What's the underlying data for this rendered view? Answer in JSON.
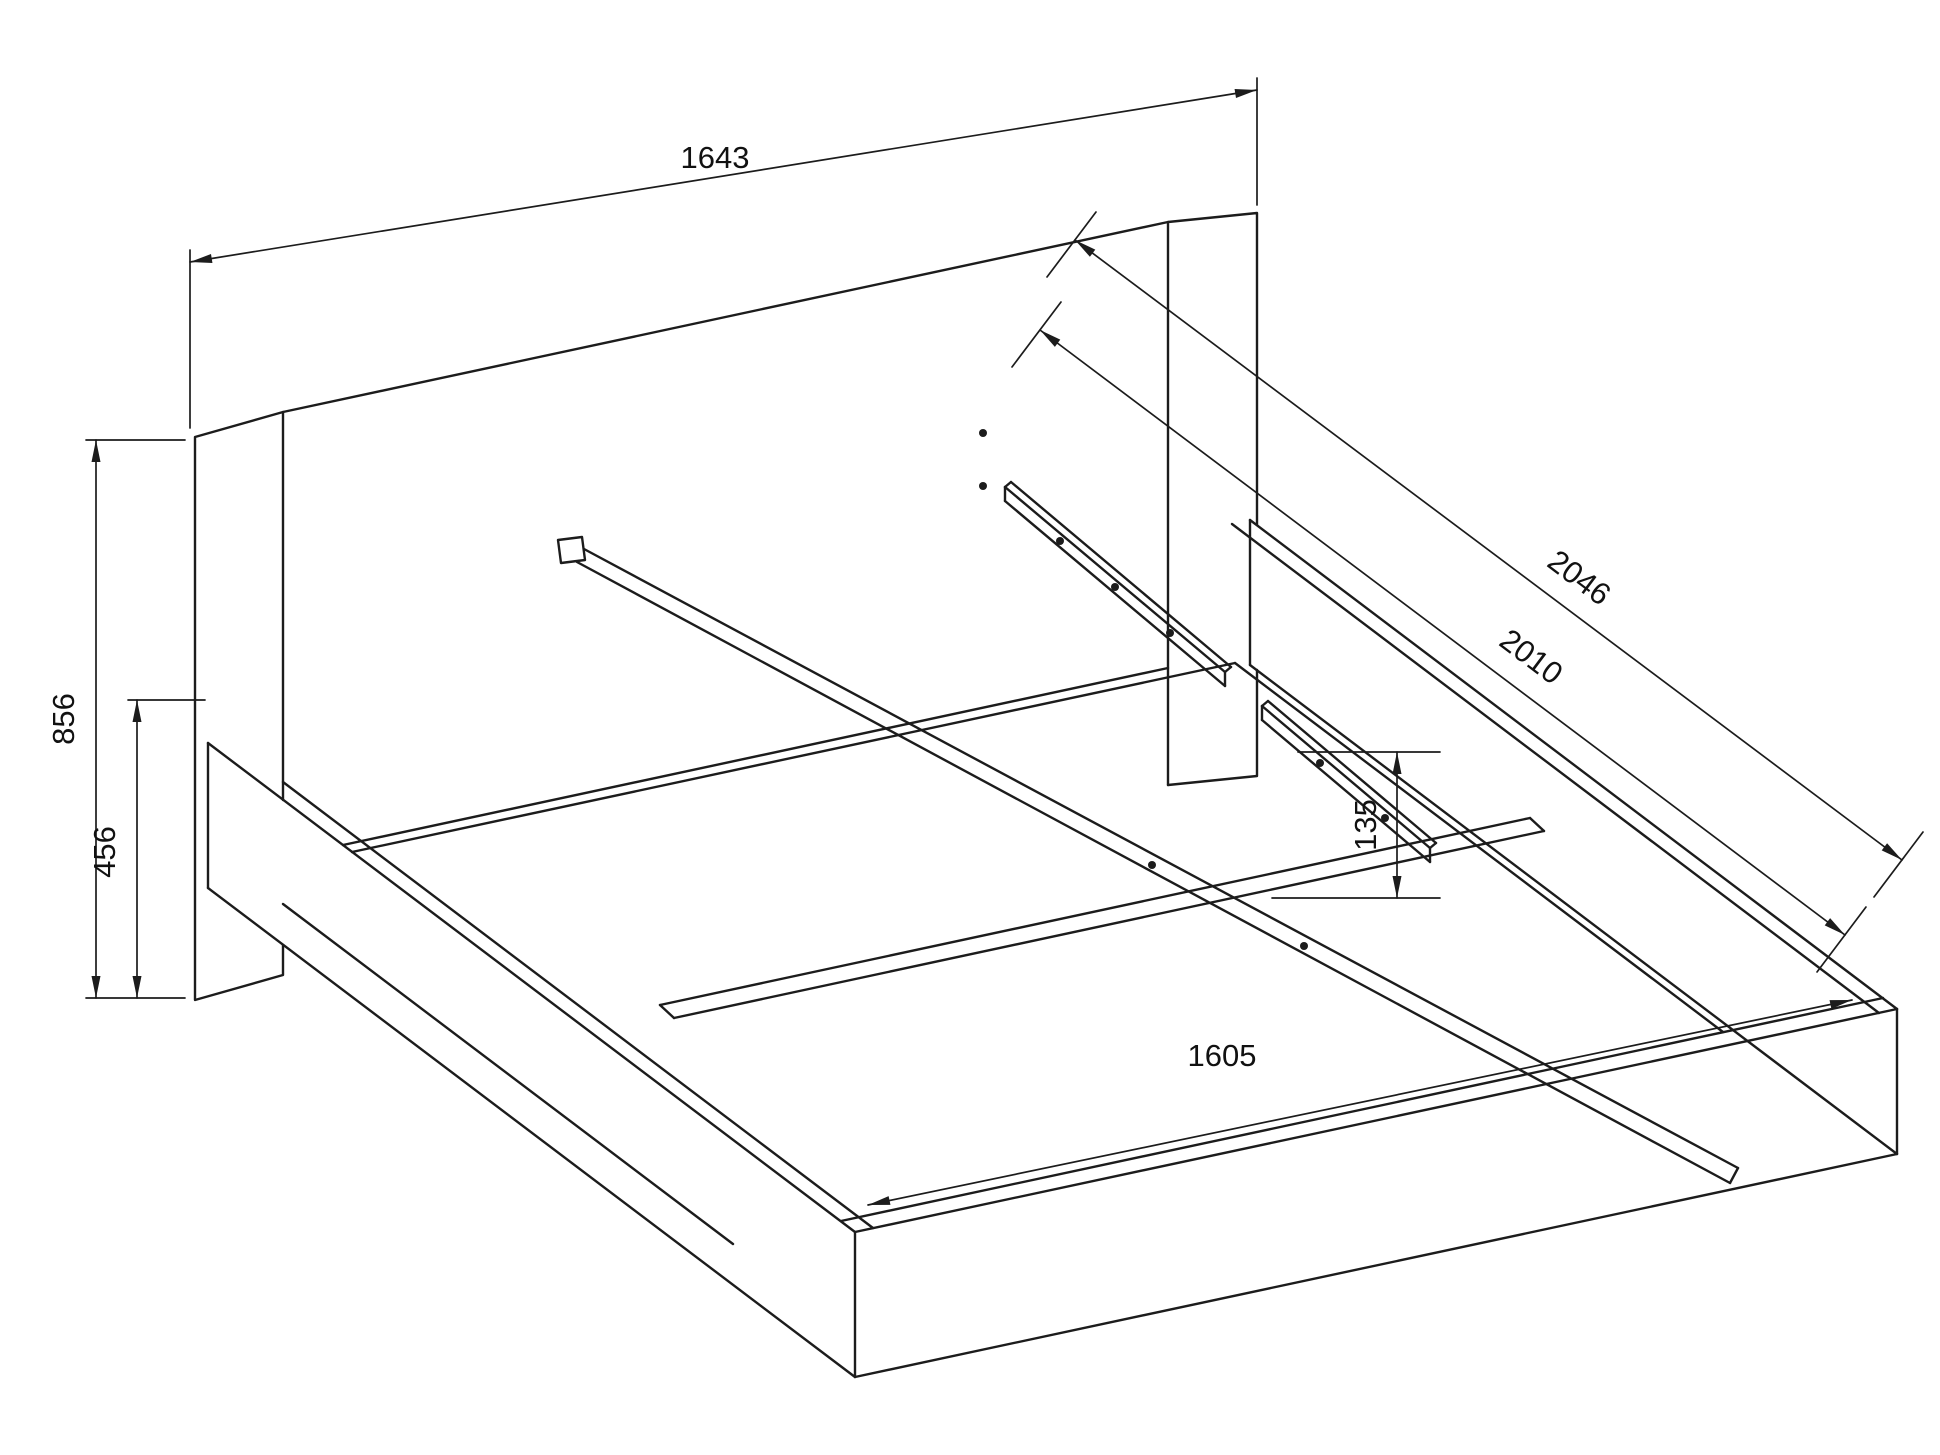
{
  "drawing": {
    "subject": "Bed frame assembly technical drawing",
    "background": "#ffffff",
    "line_color": "#1c1c1c"
  },
  "dimensions": {
    "headboard_width": "1643",
    "headboard_height": "856",
    "base_height": "456",
    "overall_length": "2046",
    "side_rail_length": "2010",
    "cleat_offset": "135",
    "inner_width": "1605"
  }
}
